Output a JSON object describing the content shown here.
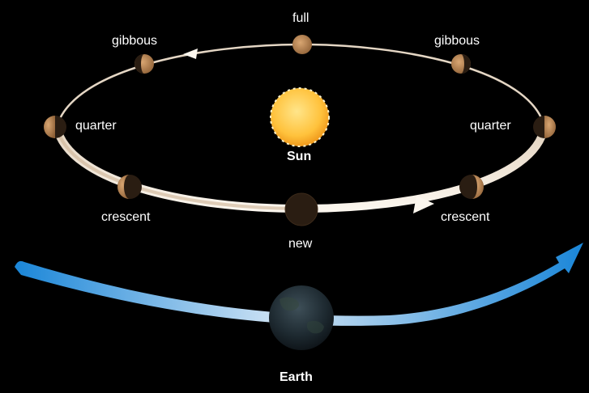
{
  "labels": {
    "full": "full",
    "gibbous_left": "gibbous",
    "gibbous_right": "gibbous",
    "quarter_left": "quarter",
    "quarter_right": "quarter",
    "crescent_left": "crescent",
    "crescent_right": "crescent",
    "new": "new",
    "sun": "Sun",
    "earth": "Earth"
  },
  "colors": {
    "background": "#000000",
    "orbit_light": "#fbf6ee",
    "orbit_tan": "#d7c0a2",
    "moon_lit": "#b8875a",
    "moon_dark": "#2a1d12",
    "sun_inner": "#ffd35a",
    "sun_outer": "#f4a825",
    "earth_path_light": "#c2dcf2",
    "earth_path_dark": "#1a86d8",
    "earth": "#1f2b33"
  }
}
